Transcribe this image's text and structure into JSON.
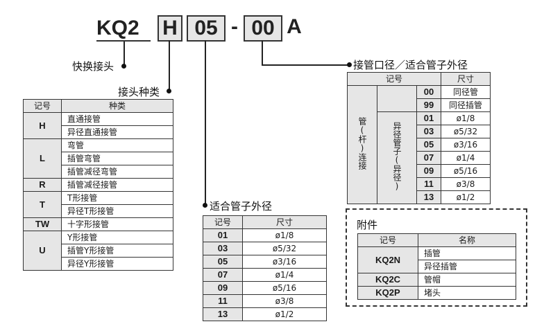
{
  "model": {
    "prefix": "KQ2",
    "part1": "H",
    "part2": "05",
    "dash": "-",
    "part3": "00",
    "suffix": "A"
  },
  "labels": {
    "quick": "快换接头",
    "joint": "接头种类",
    "tube": "适合管子外径",
    "port": "接管口径／适合管子外径",
    "acc": "附件"
  },
  "joint_table": {
    "headers": [
      "记号",
      "种类"
    ],
    "groups": [
      {
        "code": "H",
        "items": [
          "直通接管",
          "异径直通接管"
        ]
      },
      {
        "code": "L",
        "items": [
          "弯管",
          "插管弯管",
          "插管减径弯管"
        ]
      },
      {
        "code": "R",
        "items": [
          "插管减径接管"
        ]
      },
      {
        "code": "T",
        "items": [
          "T形接管",
          "异径T形接管"
        ]
      },
      {
        "code": "TW",
        "items": [
          "十字形接管"
        ]
      },
      {
        "code": "U",
        "items": [
          "Y形接管",
          "插管Y形接管",
          "异径Y形接管"
        ]
      }
    ]
  },
  "tube_table": {
    "headers": [
      "记号",
      "尺寸"
    ],
    "rows": [
      [
        "01",
        "ø1/8"
      ],
      [
        "03",
        "ø5/32"
      ],
      [
        "05",
        "ø3/16"
      ],
      [
        "07",
        "ø1/4"
      ],
      [
        "09",
        "ø5/16"
      ],
      [
        "11",
        "ø3/8"
      ],
      [
        "13",
        "ø1/2"
      ]
    ]
  },
  "port_table": {
    "headers": [
      "记号",
      "尺寸"
    ],
    "rows": [
      [
        "00",
        "同径管"
      ],
      [
        "99",
        "同径插管"
      ],
      [
        "01",
        "ø1/8"
      ],
      [
        "03",
        "ø5/32"
      ],
      [
        "05",
        "ø3/16"
      ],
      [
        "07",
        "ø1/4"
      ],
      [
        "09",
        "ø5/16"
      ],
      [
        "11",
        "ø3/8"
      ],
      [
        "13",
        "ø1/2"
      ]
    ],
    "side_outer": "管(杆)连接",
    "side_inner": "异径管子(异径)"
  },
  "acc_table": {
    "headers": [
      "记号",
      "名称"
    ],
    "groups": [
      {
        "code": "KQ2N",
        "items": [
          "插管",
          "异径插管"
        ]
      },
      {
        "code": "KQ2C",
        "items": [
          "管帽"
        ]
      },
      {
        "code": "KQ2P",
        "items": [
          "堵头"
        ]
      }
    ]
  }
}
